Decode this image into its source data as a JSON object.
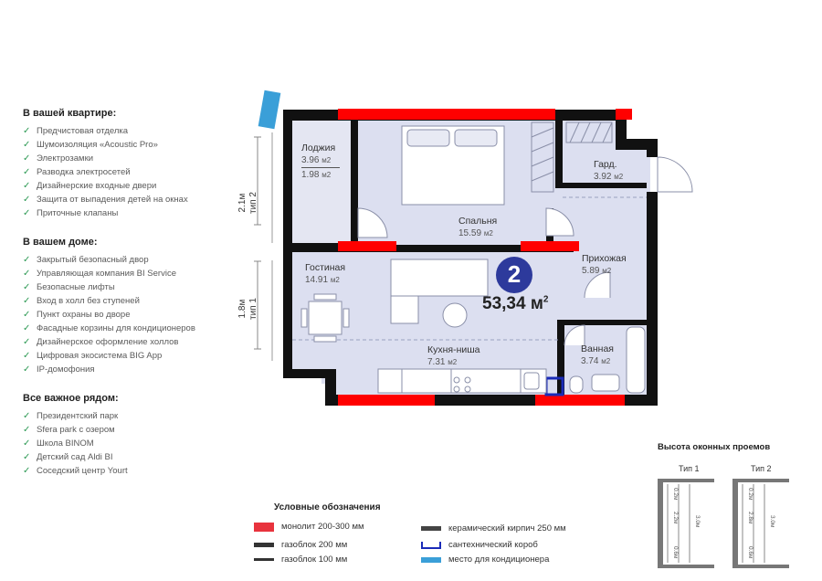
{
  "features": {
    "apartment": {
      "title": "В вашей квартире:",
      "items": [
        "Предчистовая отделка",
        "Шумоизоляция «Acoustic Pro»",
        "Электрозамки",
        "Разводка электросетей",
        "Дизайнерские входные двери",
        "Защита от выпадения детей на окнах",
        "Приточные клапаны"
      ]
    },
    "building": {
      "title": "В вашем доме:",
      "items": [
        "Закрытый безопасный двор",
        "Управляющая компания BI Service",
        "Безопасные лифты",
        "Вход в холл без ступеней",
        "Пункт охраны во дворе",
        "Фасадные корзины для кондиционеров",
        "Дизайнерское оформление холлов",
        "Цифровая экосистема BIG App",
        "IP-домофония"
      ]
    },
    "nearby": {
      "title": "Все важное рядом:",
      "items": [
        "Президентский парк",
        "Sfera park с озером",
        "Школа BINOM",
        "Детский сад Aldi BI",
        "Соседский центр Yourt"
      ]
    }
  },
  "plan": {
    "rooms_count": "2",
    "total_area": "53,34 м",
    "total_area_sup": "2",
    "rooms": {
      "loggia": {
        "name": "Лоджия",
        "area": "3.96",
        "area_unit": "м2",
        "area2": "1.98",
        "area2_unit": "м2"
      },
      "bedroom": {
        "name": "Спальня",
        "area": "15.59",
        "unit": "м2"
      },
      "wardrobe": {
        "name": "Гард.",
        "area": "3.92",
        "unit": "м2"
      },
      "living": {
        "name": "Гостиная",
        "area": "14.91",
        "unit": "м2"
      },
      "hall": {
        "name": "Прихожая",
        "area": "5.89",
        "unit": "м2"
      },
      "kitchen": {
        "name": "Кухня-ниша",
        "area": "7.31",
        "unit": "м2"
      },
      "bath": {
        "name": "Ванная",
        "area": "3.74",
        "unit": "м2"
      }
    },
    "dims": {
      "upper": {
        "h": "2.1м",
        "t": "тип 2"
      },
      "lower": {
        "h": "1.8м",
        "t": "тип 1"
      }
    }
  },
  "legend": {
    "title": "Условные обозначения",
    "items": [
      {
        "label": "монолит 200-300 мм",
        "color": "#e8333d"
      },
      {
        "label": "газоблок 200 мм",
        "color": "#333333"
      },
      {
        "label": "газоблок 100 мм",
        "color": "#333333"
      },
      {
        "label": "керамический кирпич 250 мм",
        "color": "#444444"
      },
      {
        "label": "сантехнический короб",
        "color": "#1a2bb8"
      },
      {
        "label": "место для кондиционера",
        "color": "#3a9fd8"
      }
    ]
  },
  "window_heights": {
    "title": "Высота оконных проемов",
    "type1": {
      "label": "Тип 1",
      "top": "0.2м",
      "mid": "2.2м",
      "bottom": "0.6м",
      "total": "3.0м"
    },
    "type2": {
      "label": "Тип 2",
      "top": "0.2м",
      "mid": "2.8м",
      "bottom": "0.6м",
      "total": "3.0м"
    }
  },
  "colors": {
    "accent": "#2d3a9c",
    "monolith": "#ff0000",
    "wall": "#111111",
    "floor": "#dcdff0",
    "check": "#2e9a55"
  }
}
